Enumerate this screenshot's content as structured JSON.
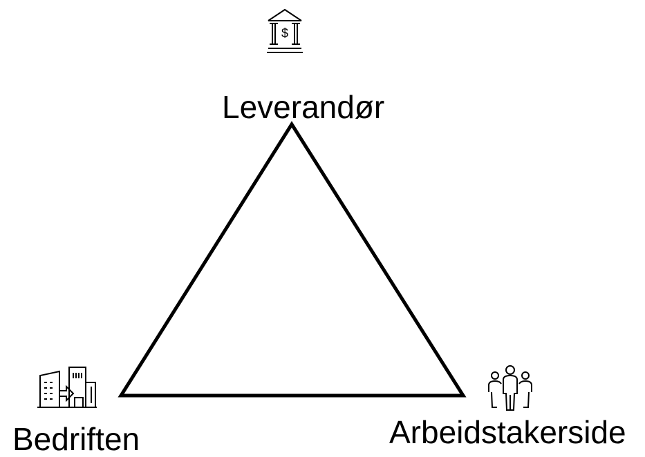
{
  "nodes": {
    "top": {
      "label": "Leverandør",
      "icon": "bank-icon"
    },
    "bottom_left": {
      "label": "Bedriften",
      "icon": "office-buildings-icon"
    },
    "bottom_right": {
      "label": "Arbeidstakerside",
      "icon": "people-group-icon"
    }
  },
  "colors": {
    "stroke": "#000000",
    "background": "#ffffff"
  }
}
